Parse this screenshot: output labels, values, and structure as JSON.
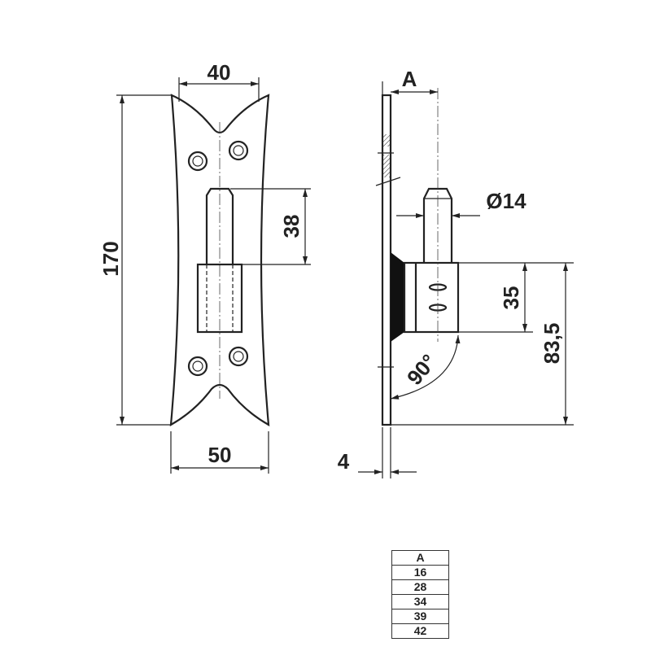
{
  "dimensions": {
    "top_width": "40",
    "bottom_width": "50",
    "height": "170",
    "pin_length": "38",
    "offset_label": "A",
    "pin_diameter": "Ø14",
    "bush_height": "35",
    "bush_position": "83,5",
    "plate_thickness": "4",
    "angle": "90°"
  },
  "table": {
    "header": "A",
    "rows": [
      "16",
      "28",
      "34",
      "39",
      "42"
    ]
  }
}
